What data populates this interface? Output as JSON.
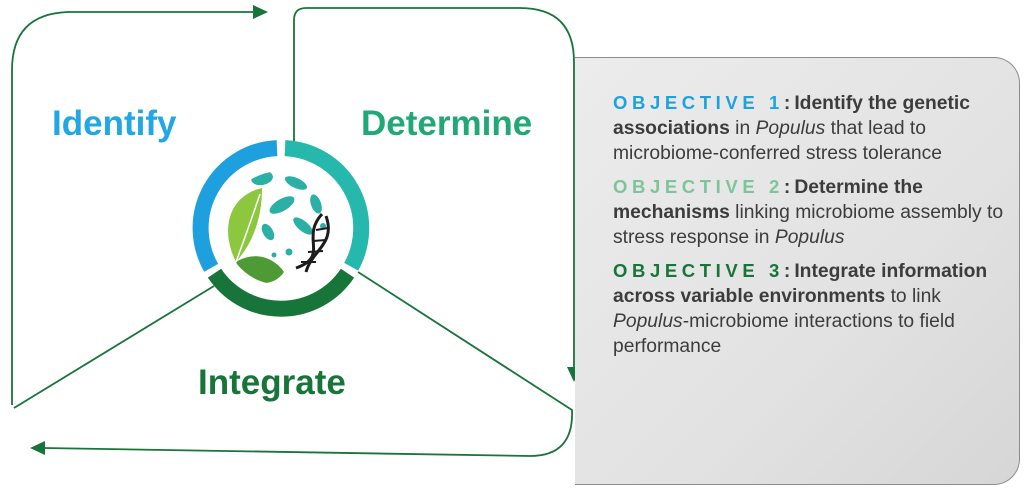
{
  "phases": {
    "identify": "Identify",
    "determine": "Determine",
    "integrate": "Integrate"
  },
  "objectives": [
    {
      "label": "OBJECTIVE 1",
      "bold_text": "Identify the genetic associations",
      "text_before_species": " in ",
      "species": "Populus",
      "text_after_species": " that lead to microbiome-conferred stress tolerance"
    },
    {
      "label": "OBJECTIVE 2",
      "bold_text": "Determine the mechanisms",
      "text_before_species": " linking microbiome assembly to stress response in ",
      "species": "Populus",
      "text_after_species": ""
    },
    {
      "label": "OBJECTIVE 3",
      "bold_text": "Integrate information across variable environments",
      "text_before_species": " to link ",
      "species": "Populus",
      "text_after_species": "-microbiome interactions to field performance"
    }
  ],
  "colors": {
    "identify": "#21a7e3",
    "determine": "#22a777",
    "integrate": "#17753a",
    "cycle_line": "#17753a",
    "ring_blue": "#1ea0de",
    "ring_teal": "#26b7ad",
    "ring_green": "#17753a",
    "leaf_light": "#8dc63f",
    "leaf_dark": "#4e9a35",
    "bacteria": "#2bb0a5"
  }
}
